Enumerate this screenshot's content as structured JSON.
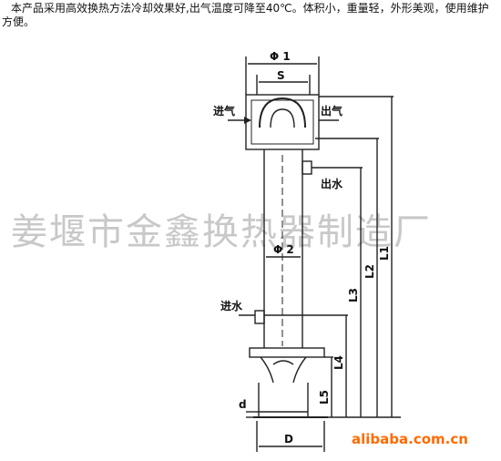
{
  "description": "本产品采用高效换热方法冷却效果好,出气温度可降至40℃。体积小，重量轻，外形美观，使用维护方便。",
  "watermark": "姜堰市金鑫换热器制造厂",
  "brand": "alibaba.com.cn",
  "drawing": {
    "labels": {
      "phi1": "Φ 1",
      "s": "S",
      "inlet_gas": "进气",
      "outlet_gas": "出气",
      "outlet_water": "出水",
      "phi2": "Φ 2",
      "inlet_water": "进水",
      "l1": "L1",
      "l2": "L2",
      "l3": "L3",
      "l4": "L4",
      "l5": "L5",
      "d_small": "d",
      "d_big": "D"
    }
  },
  "colors": {
    "brand": "#ff6a00",
    "watermark": "#c8c8c8"
  }
}
